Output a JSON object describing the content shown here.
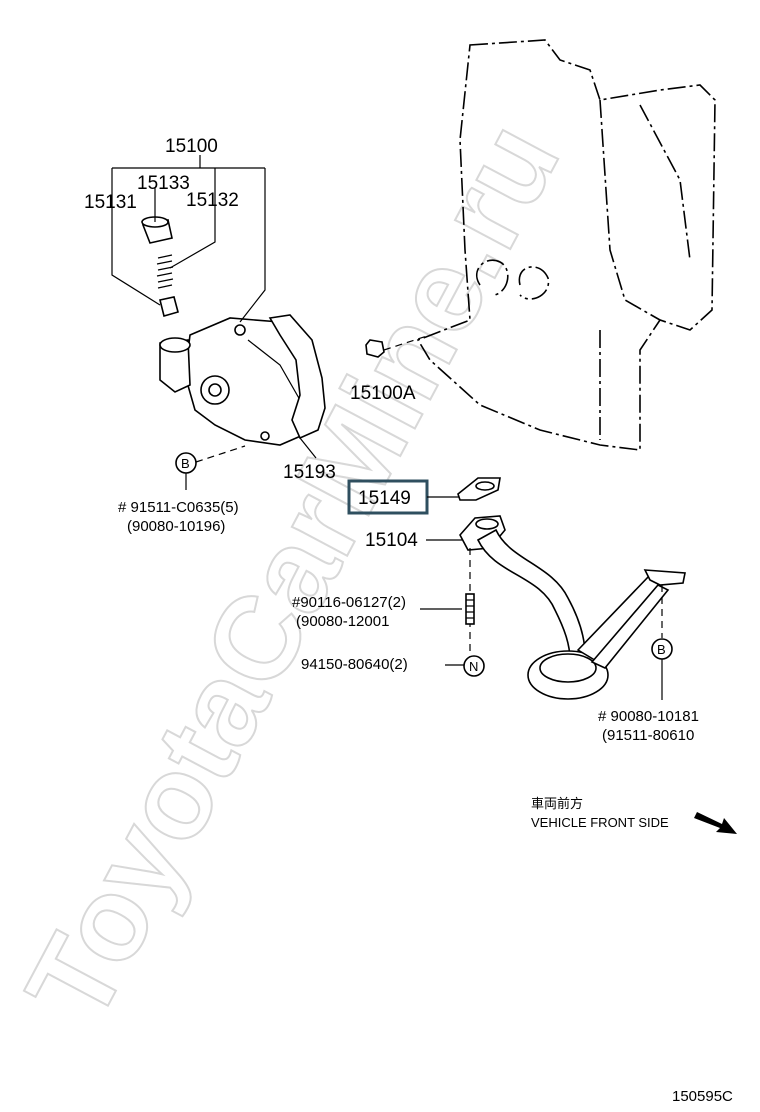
{
  "watermark": "ToyotaCarMine.ru",
  "parts": {
    "p15100": "15100",
    "p15133": "15133",
    "p15131": "15131",
    "p15132": "15132",
    "p15100A": "15100A",
    "p15193": "15193",
    "p15149": "15149",
    "p15104": "15104"
  },
  "bolts": {
    "b1_main": "# 91511-C0635(5)",
    "b1_alt": "(90080-10196)",
    "b1_marker": "B",
    "b2_main": "#90116-06127(2)",
    "b2_alt": "(90080-12001",
    "b3_main": "94150-80640(2)",
    "b3_marker": "N",
    "b4_main": "# 90080-10181",
    "b4_alt": "(91511-80610",
    "b4_marker": "B"
  },
  "orientation": {
    "jp": "車両前方",
    "en": "VEHICLE FRONT SIDE"
  },
  "diagram_code": "150595C",
  "colors": {
    "highlight_box": "#2f4f5f",
    "watermark": "#d8d8d8"
  }
}
